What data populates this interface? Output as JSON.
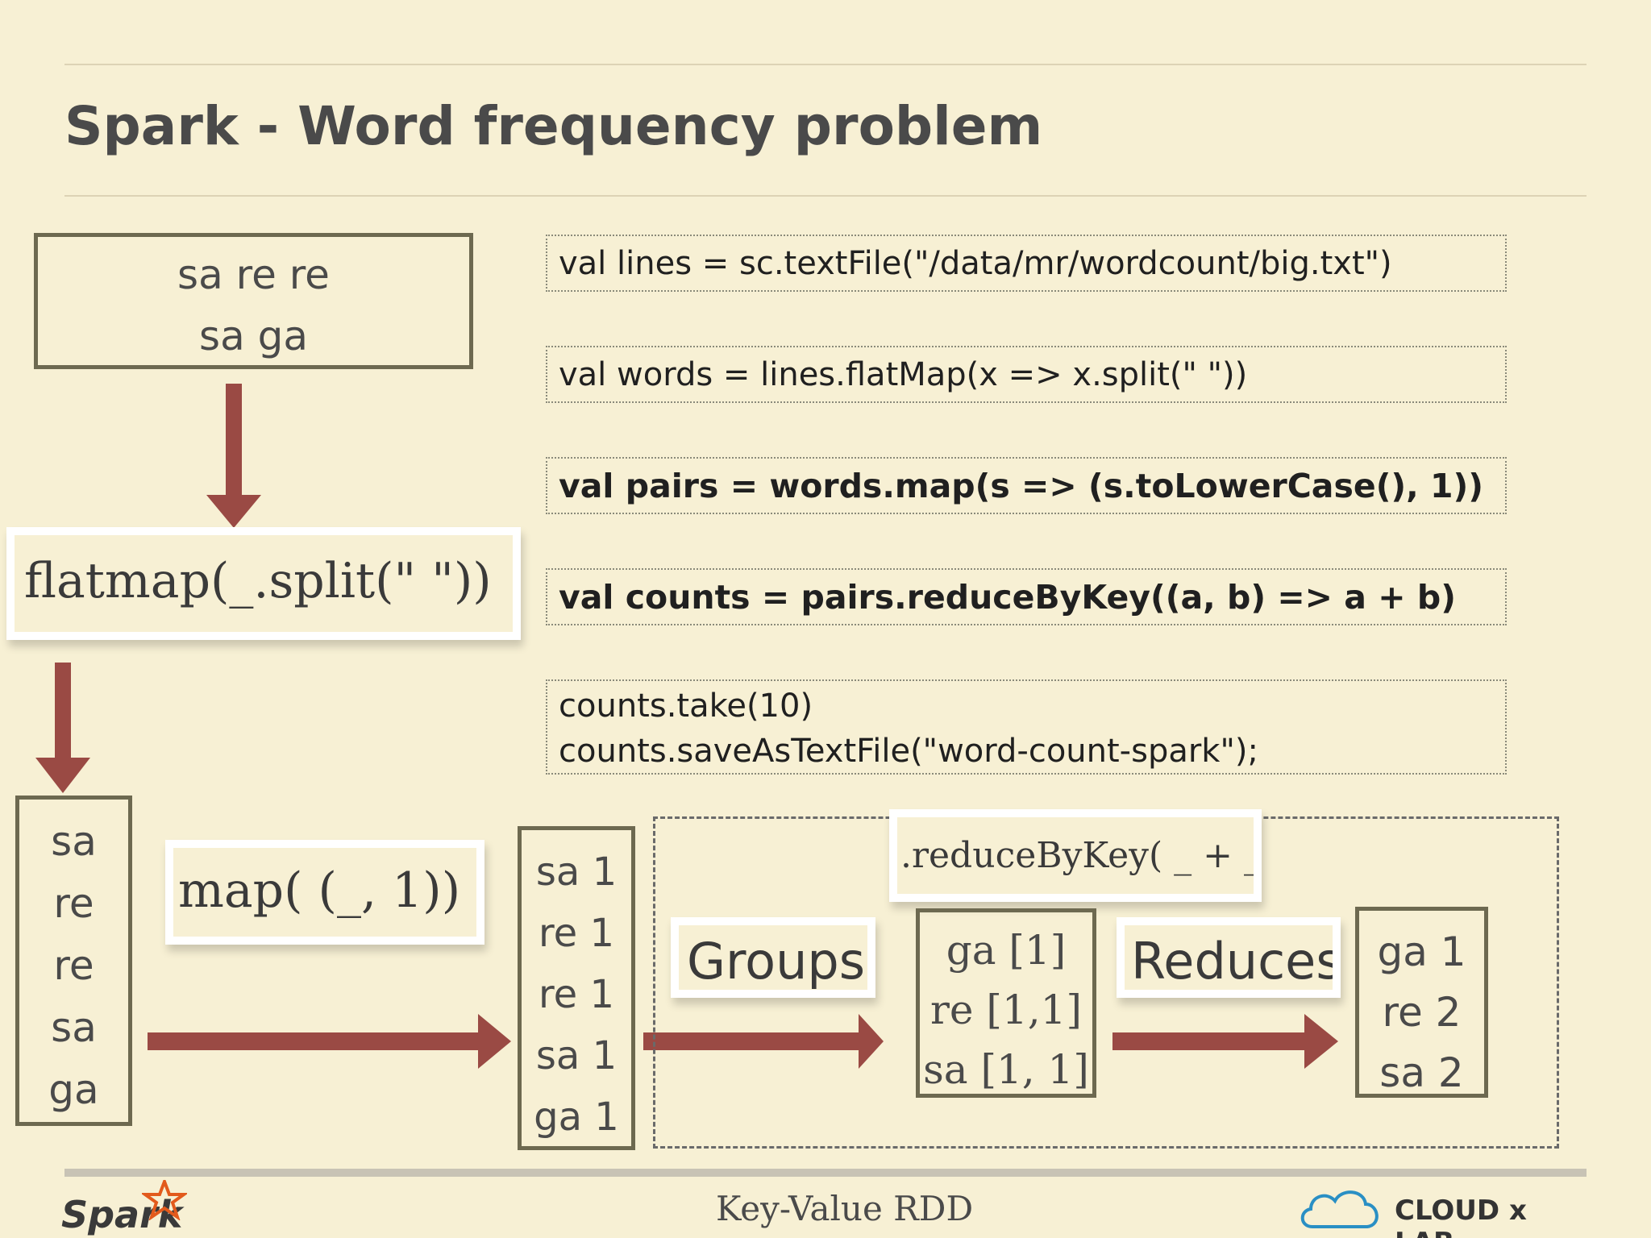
{
  "slide": {
    "title": "Spark - Word frequency problem",
    "footer_center": "Key-Value RDD",
    "logo_left": "Spark",
    "logo_right": "CLOUD x LAB"
  },
  "input_box": {
    "line1": "sa re re",
    "line2": "sa ga"
  },
  "labels": {
    "flatmap": "flatmap(_.split(\" \"))",
    "map": "map( (_, 1))",
    "groups": "Groups",
    "reduces": "Reduces",
    "reduceByKey": ".reduceByKey( _ + _ )"
  },
  "code": [
    "val lines = sc.textFile(\"/data/mr/wordcount/big.txt\")",
    "val words = lines.flatMap(x => x.split(\" \"))",
    "val pairs = words.map(s => (s.toLowerCase(), 1))",
    "val counts = pairs.reduceByKey((a, b) => a + b)",
    "counts.take(10)",
    "counts.saveAsTextFile(\"word-count-spark\");"
  ],
  "words": [
    "sa",
    "re",
    "re",
    "sa",
    "ga"
  ],
  "pairs": [
    "sa 1",
    "re 1",
    "re 1",
    "sa 1",
    "ga 1"
  ],
  "grouped": [
    "ga [1]",
    "re [1,1]",
    "sa [1, 1]"
  ],
  "reduced": [
    "ga 1",
    "re 2",
    "sa 2"
  ],
  "colors": {
    "arrow": "#9a4a44",
    "box_border": "#6d6950",
    "background": "#f7f0d4"
  }
}
